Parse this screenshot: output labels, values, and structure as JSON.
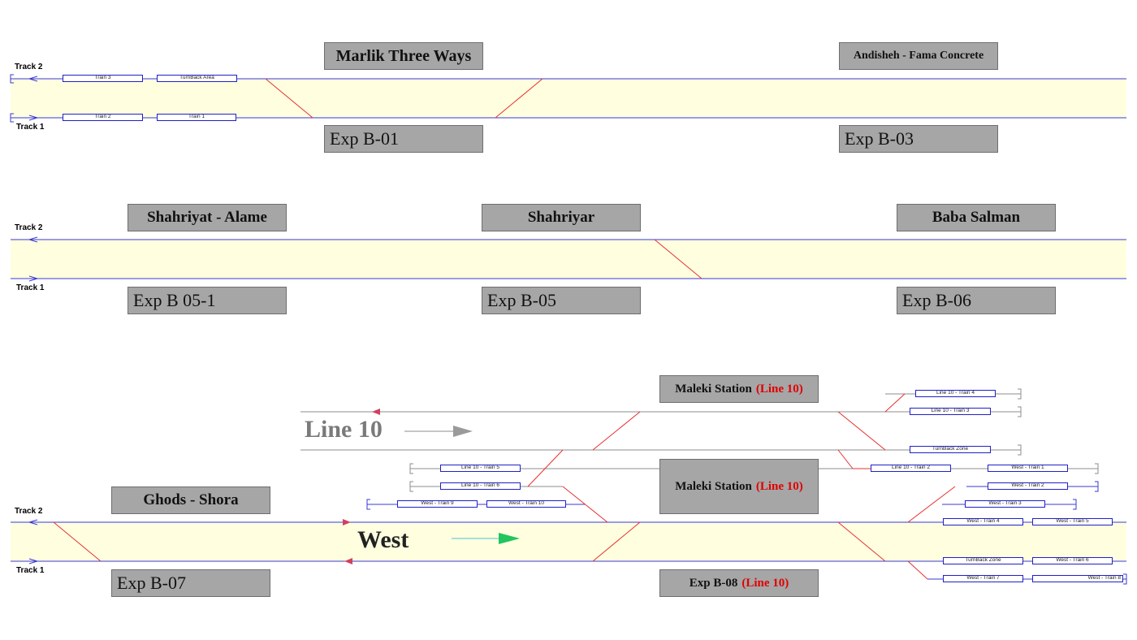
{
  "track_labels": {
    "track2": "Track 2",
    "track1": "Track 1"
  },
  "sections": {
    "top": {
      "stations": [
        {
          "name": "Marlik Three Ways",
          "code": "Exp B-01"
        },
        {
          "name": "Andisheh - Fama Concrete",
          "code": "Exp B-03"
        }
      ],
      "trains": [
        "Train 3",
        "TurnBack Area",
        "Train 2",
        "Train 1"
      ]
    },
    "middle": {
      "stations": [
        {
          "name": "Shahriyat - Alame",
          "code": "Exp B 05-1"
        },
        {
          "name": "Shahriyar",
          "code": "Exp B-05"
        },
        {
          "name": "Baba Salman",
          "code": "Exp B-06"
        }
      ]
    },
    "bottom": {
      "ghods": {
        "name": "Ghods - Shora",
        "code": "Exp B-07"
      },
      "maleki_top": {
        "name": "Maleki Station",
        "line": "(Line 10)"
      },
      "maleki_mid": {
        "name": "Maleki Station",
        "line": "(Line 10)"
      },
      "maleki_exp": {
        "name": "Exp B-08",
        "line": "(Line 10)"
      },
      "line10_label": "Line 10",
      "west_label": "West",
      "trains_left": [
        "Line 10 - Train 5",
        "Line 10 - Train 6",
        "West - Train 9",
        "West - Train 10"
      ],
      "trains_right": [
        "Line 10 - Train 4",
        "Line 10 - Train 3",
        "TurnBack Zone",
        "Line 10 - Train 2",
        "West - Train 1",
        "West - Train 2",
        "West - Train 3",
        "West - Train 4",
        "West - Train 5",
        "TurnBack Zone",
        "West - Train 6",
        "West - Train 7",
        "West - Train 8"
      ]
    }
  },
  "colors": {
    "track_line": "#3a3ad6",
    "line10_track": "#8c8c8c",
    "crossover": "#e83030",
    "platform": "#ffffe0",
    "station_box": "#a6a6a6",
    "red_text": "#e00000",
    "west_arrow": "#22c55e"
  }
}
